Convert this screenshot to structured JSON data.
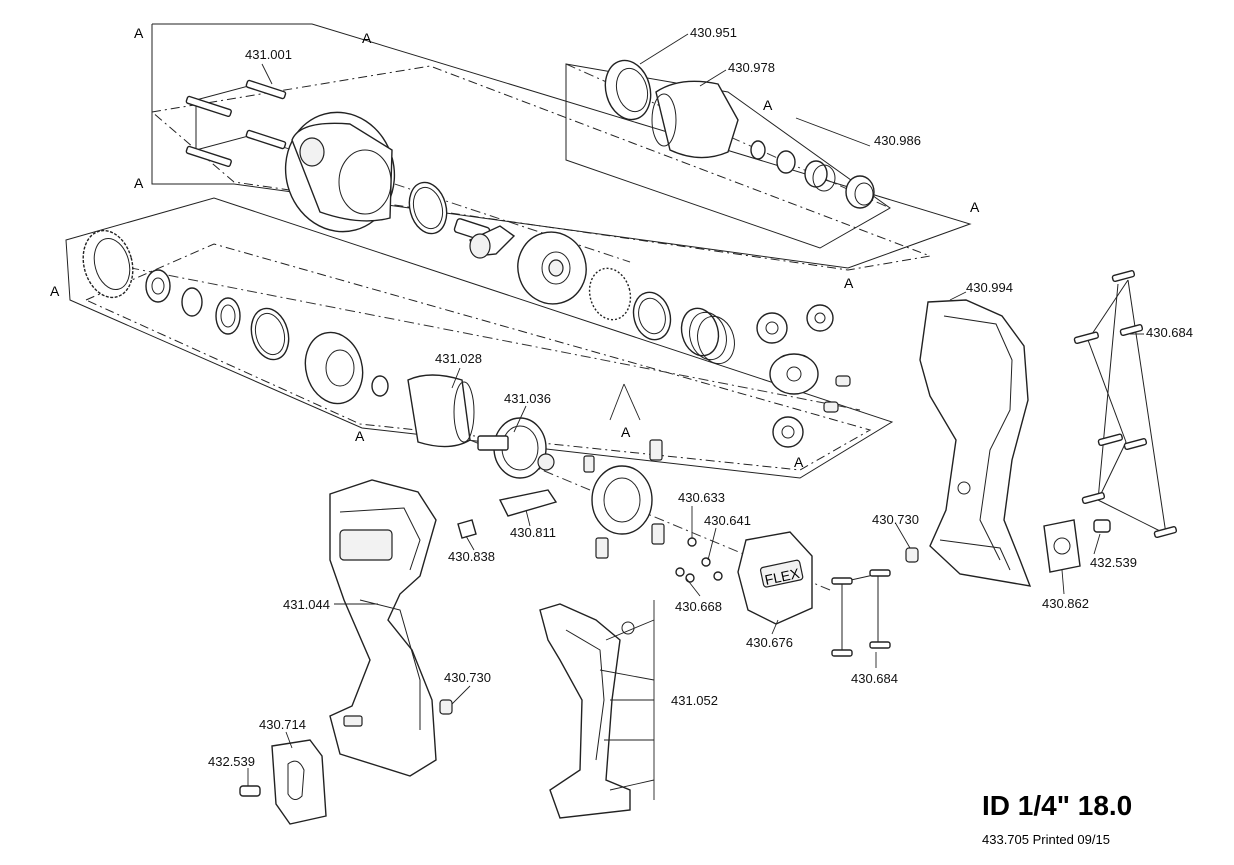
{
  "diagram": {
    "refs": [
      "A",
      "A",
      "A",
      "A",
      "A",
      "A",
      "A",
      "A",
      "A",
      "A",
      "A"
    ],
    "labels": {
      "p431_001": "431.001",
      "p430_951": "430.951",
      "p430_978": "430.978",
      "p430_986": "430.986",
      "p430_994": "430.994",
      "p430_684_top": "430.684",
      "p431_028": "431.028",
      "p431_036": "431.036",
      "p430_633": "430.633",
      "p430_641": "430.641",
      "p430_668": "430.668",
      "p430_730_right": "430.730",
      "p430_862": "430.862",
      "p432_539_right": "432.539",
      "p430_838": "430.838",
      "p430_811": "430.811",
      "p431_044": "431.044",
      "p430_676": "430.676",
      "p430_684_bottom": "430.684",
      "p430_730_left": "430.730",
      "p431_052": "431.052",
      "p430_714": "430.714",
      "p432_539_left": "432.539"
    },
    "brand_mark": "FLEX"
  },
  "title_block": {
    "model": "ID 1/4\" 18.0",
    "doc_code": "433.705  Printed  09/15"
  }
}
